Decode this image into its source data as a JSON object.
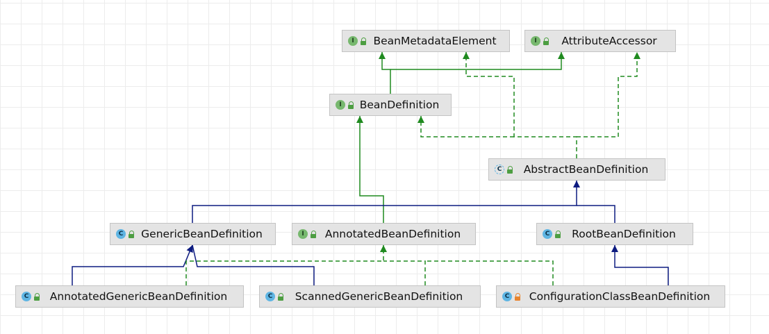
{
  "diagram": {
    "nodes": [
      {
        "id": "BeanMetadataElement",
        "label": "BeanMetadataElement",
        "kind": "interface",
        "badge": "I",
        "visibility": "public"
      },
      {
        "id": "AttributeAccessor",
        "label": "AttributeAccessor",
        "kind": "interface",
        "badge": "I",
        "visibility": "public"
      },
      {
        "id": "BeanDefinition",
        "label": "BeanDefinition",
        "kind": "interface",
        "badge": "I",
        "visibility": "public"
      },
      {
        "id": "AbstractBeanDefinition",
        "label": "AbstractBeanDefinition",
        "kind": "abstract",
        "badge": "C",
        "visibility": "public"
      },
      {
        "id": "GenericBeanDefinition",
        "label": "GenericBeanDefinition",
        "kind": "class",
        "badge": "C",
        "visibility": "public"
      },
      {
        "id": "AnnotatedBeanDefinition",
        "label": "AnnotatedBeanDefinition",
        "kind": "interface",
        "badge": "I",
        "visibility": "public"
      },
      {
        "id": "RootBeanDefinition",
        "label": "RootBeanDefinition",
        "kind": "class",
        "badge": "C",
        "visibility": "public"
      },
      {
        "id": "AnnotatedGenericBeanDefinition",
        "label": "AnnotatedGenericBeanDefinition",
        "kind": "class",
        "badge": "C",
        "visibility": "public"
      },
      {
        "id": "ScannedGenericBeanDefinition",
        "label": "ScannedGenericBeanDefinition",
        "kind": "class",
        "badge": "C",
        "visibility": "public"
      },
      {
        "id": "ConfigurationClassBeanDefinition",
        "label": "ConfigurationClassBeanDefinition",
        "kind": "class",
        "badge": "C",
        "visibility": "private"
      }
    ],
    "relations": [
      {
        "from": "BeanDefinition",
        "to": "BeanMetadataElement",
        "type": "extends-interface"
      },
      {
        "from": "BeanDefinition",
        "to": "AttributeAccessor",
        "type": "extends-interface"
      },
      {
        "from": "AbstractBeanDefinition",
        "to": "BeanMetadataElement",
        "type": "implements"
      },
      {
        "from": "AbstractBeanDefinition",
        "to": "AttributeAccessor",
        "type": "implements"
      },
      {
        "from": "AbstractBeanDefinition",
        "to": "BeanDefinition",
        "type": "implements"
      },
      {
        "from": "AnnotatedBeanDefinition",
        "to": "BeanDefinition",
        "type": "extends-interface"
      },
      {
        "from": "GenericBeanDefinition",
        "to": "AbstractBeanDefinition",
        "type": "extends-class"
      },
      {
        "from": "RootBeanDefinition",
        "to": "AbstractBeanDefinition",
        "type": "extends-class"
      },
      {
        "from": "AnnotatedGenericBeanDefinition",
        "to": "GenericBeanDefinition",
        "type": "extends-class"
      },
      {
        "from": "ScannedGenericBeanDefinition",
        "to": "GenericBeanDefinition",
        "type": "extends-class"
      },
      {
        "from": "AnnotatedGenericBeanDefinition",
        "to": "AnnotatedBeanDefinition",
        "type": "implements"
      },
      {
        "from": "ScannedGenericBeanDefinition",
        "to": "AnnotatedBeanDefinition",
        "type": "implements"
      },
      {
        "from": "ConfigurationClassBeanDefinition",
        "to": "AnnotatedBeanDefinition",
        "type": "implements"
      },
      {
        "from": "ConfigurationClassBeanDefinition",
        "to": "RootBeanDefinition",
        "type": "extends-class"
      }
    ],
    "colors": {
      "extends_class": "#0d1b80",
      "interface_relation": "#1f8a1f",
      "node_fill": "#e4e4e4",
      "node_border": "#c3c3c3",
      "interface_badge": "#77b86e",
      "class_badge": "#5fb5e3",
      "public_icon": "#4d9e42",
      "private_icon": "#e8842e"
    }
  }
}
